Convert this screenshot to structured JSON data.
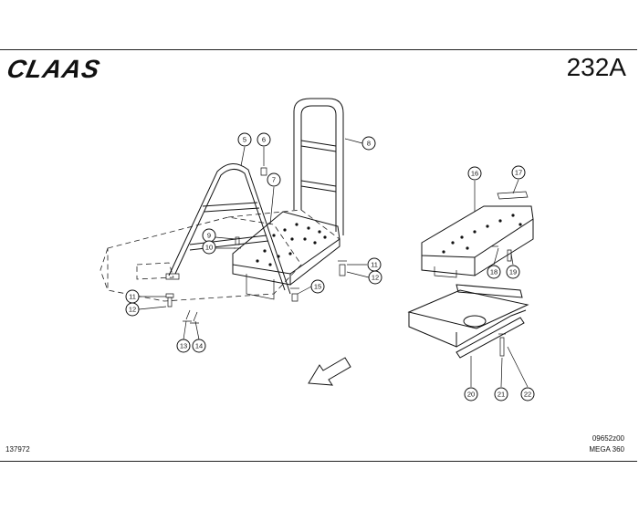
{
  "header": {
    "brand": "CLAAS",
    "page_number": "232A"
  },
  "footer": {
    "document_number": "137972",
    "drawing_code": "09652z00",
    "model": "MEGA 360"
  },
  "callouts": [
    {
      "label": "5"
    },
    {
      "label": "6"
    },
    {
      "label": "7"
    },
    {
      "label": "8"
    },
    {
      "label": "9"
    },
    {
      "label": "10"
    },
    {
      "label": "11"
    },
    {
      "label": "12"
    },
    {
      "label": "11"
    },
    {
      "label": "12"
    },
    {
      "label": "13"
    },
    {
      "label": "14"
    },
    {
      "label": "15"
    },
    {
      "label": "16"
    },
    {
      "label": "17"
    },
    {
      "label": "18"
    },
    {
      "label": "19"
    },
    {
      "label": "20"
    },
    {
      "label": "21"
    },
    {
      "label": "22"
    }
  ]
}
